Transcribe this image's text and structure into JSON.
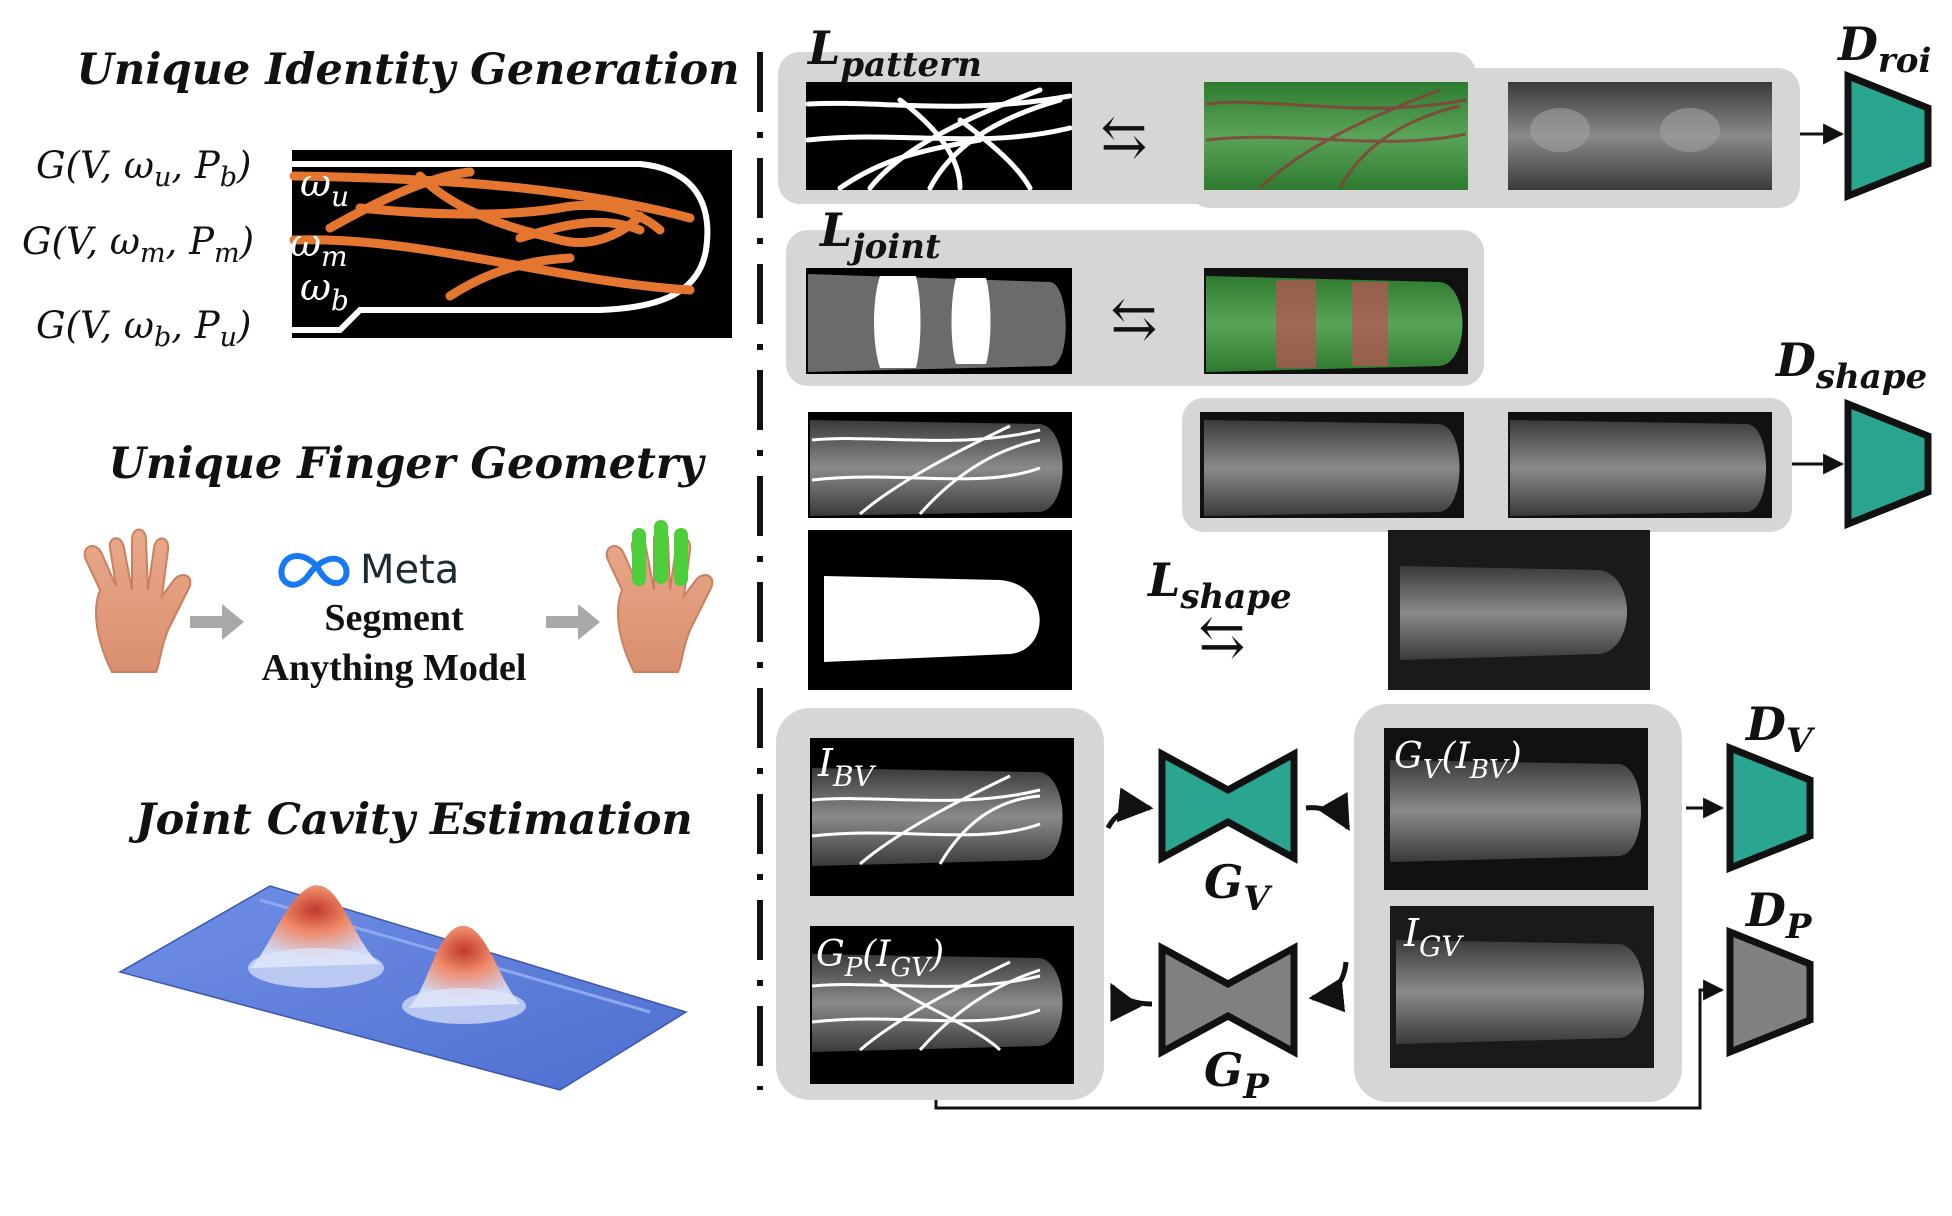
{
  "titles": {
    "identity": "Unique Identity Generation",
    "geometry": "Unique Finger Geometry",
    "joint": "Joint Cavity Estimation"
  },
  "formulas": {
    "g1": "G(V, ωu, Pb)",
    "g2": "G(V, ωm, Pm)",
    "g3": "G(V, ωb, Pu)",
    "w_u": "ωu",
    "w_m": "ωm",
    "w_b": "ωb"
  },
  "sam": {
    "brand": "Meta",
    "line1": "Segment",
    "line2": "Anything Model"
  },
  "losses": {
    "pattern": {
      "main": "L",
      "sub": "pattern"
    },
    "joint": {
      "main": "L",
      "sub": "joint"
    },
    "shape": {
      "main": "L",
      "sub": "shape"
    },
    "swap_symbol": "⇆"
  },
  "discriminators": {
    "roi": {
      "main": "D",
      "sub": "roi"
    },
    "shape": {
      "main": "D",
      "sub": "shape"
    },
    "v": {
      "main": "D",
      "sub": "V"
    },
    "p": {
      "main": "D",
      "sub": "P"
    }
  },
  "generators": {
    "v": {
      "main": "G",
      "sub": "V"
    },
    "p": {
      "main": "G",
      "sub": "P"
    }
  },
  "image_labels": {
    "ibv": {
      "main": "I",
      "sub": "BV"
    },
    "gpigv": {
      "pre": "G",
      "presub": "P",
      "open": "(I",
      "sub": "GV",
      "close": ")"
    },
    "gvibv": {
      "pre": "G",
      "presub": "V",
      "open": "(I",
      "sub": "BV",
      "close": ")"
    },
    "igv": {
      "main": "I",
      "sub": "GV"
    }
  },
  "colors": {
    "teal": "#2aa58f",
    "gray_box": "#d6d6d6",
    "vein_orange": "#e5762f",
    "gen_gray": "#808080"
  }
}
